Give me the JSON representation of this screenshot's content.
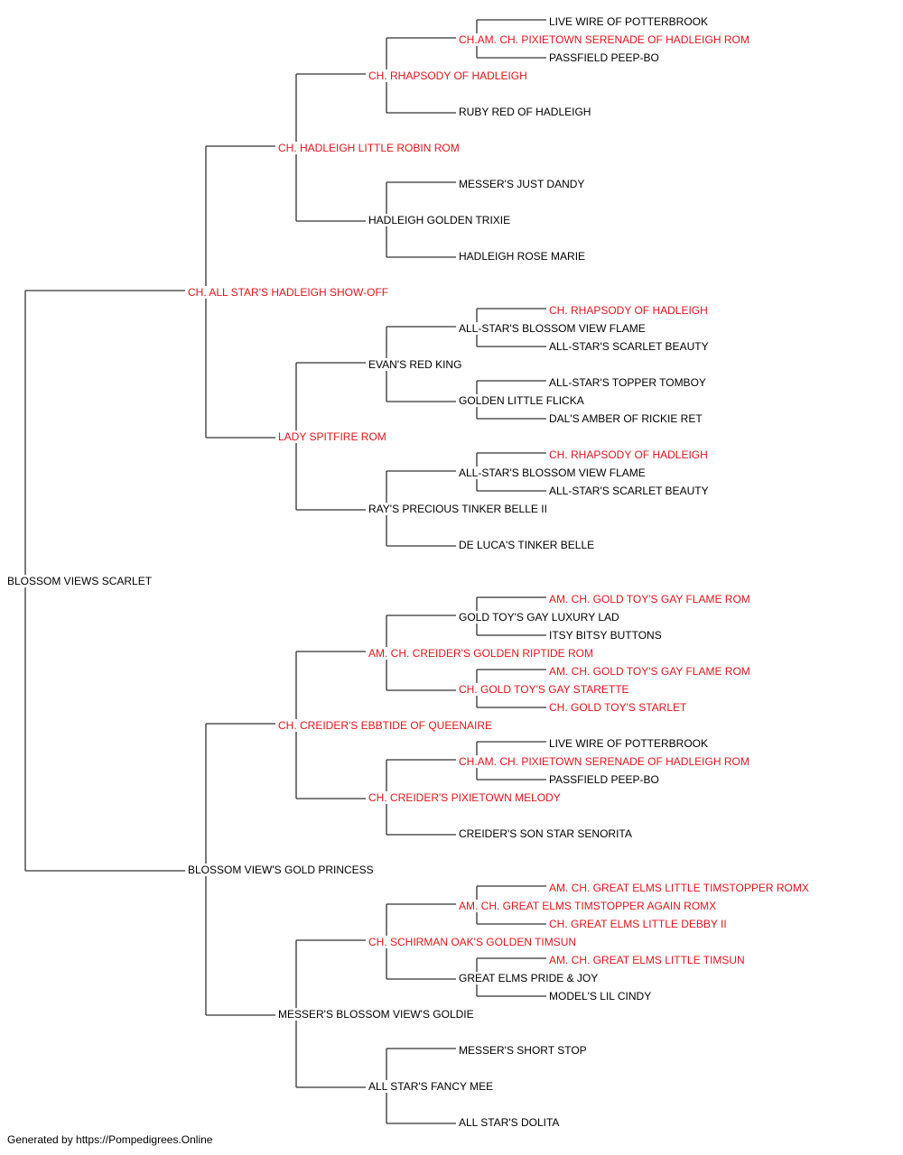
{
  "colors": {
    "titled": "#e8141b",
    "regular": "#000000",
    "line": "#333333"
  },
  "pedigree": {
    "subject": {
      "name": "BLOSSOM VIEWS SCARLET",
      "titled": false
    },
    "sire": {
      "name": "CH. ALL STAR'S HADLEIGH SHOW-OFF",
      "titled": true
    },
    "dam": {
      "name": "BLOSSOM VIEW'S GOLD PRINCESS",
      "titled": false
    },
    "sire_sire": {
      "name": "CH. HADLEIGH LITTLE ROBIN ROM",
      "titled": true
    },
    "sire_dam": {
      "name": "LADY SPITFIRE ROM",
      "titled": true
    },
    "dam_sire": {
      "name": "CH. CREIDER'S EBBTIDE OF QUEENAIRE",
      "titled": true
    },
    "dam_dam": {
      "name": "MESSER'S BLOSSOM VIEW'S GOLDIE",
      "titled": false
    },
    "sss": {
      "name": "CH. RHAPSODY OF HADLEIGH",
      "titled": true
    },
    "ssd": {
      "name": "HADLEIGH GOLDEN TRIXIE",
      "titled": false
    },
    "sds": {
      "name": "EVAN'S RED KING",
      "titled": false
    },
    "sdd": {
      "name": "RAY'S PRECIOUS TINKER BELLE II",
      "titled": false
    },
    "dss": {
      "name": "AM. CH. CREIDER'S GOLDEN RIPTIDE ROM",
      "titled": true
    },
    "dsd": {
      "name": "CH. CREIDER'S PIXIETOWN MELODY",
      "titled": true
    },
    "dds": {
      "name": "CH. SCHIRMAN OAK'S GOLDEN TIMSUN",
      "titled": true
    },
    "ddd": {
      "name": "ALL STAR'S FANCY MEE",
      "titled": false
    },
    "ssss": {
      "name": "CH.AM. CH. PIXIETOWN SERENADE OF HADLEIGH ROM",
      "titled": true
    },
    "sssd": {
      "name": "RUBY RED OF HADLEIGH",
      "titled": false
    },
    "ssds": {
      "name": "MESSER'S JUST DANDY",
      "titled": false
    },
    "ssdd": {
      "name": "HADLEIGH ROSE MARIE",
      "titled": false
    },
    "sdss": {
      "name": "ALL-STAR'S BLOSSOM VIEW FLAME",
      "titled": false
    },
    "sdsd": {
      "name": "GOLDEN LITTLE FLICKA",
      "titled": false
    },
    "sdds": {
      "name": "ALL-STAR'S BLOSSOM VIEW FLAME",
      "titled": false
    },
    "sddd": {
      "name": "DE LUCA'S TINKER BELLE",
      "titled": false
    },
    "dsss": {
      "name": "GOLD TOY'S GAY LUXURY LAD",
      "titled": false
    },
    "dssd": {
      "name": "CH. GOLD TOY'S GAY STARETTE",
      "titled": true
    },
    "dsds": {
      "name": "CH.AM. CH. PIXIETOWN SERENADE OF HADLEIGH ROM",
      "titled": true
    },
    "dsdd": {
      "name": "CREIDER'S SON STAR SENORITA",
      "titled": false
    },
    "ddss": {
      "name": "AM. CH. GREAT ELMS TIMSTOPPER AGAIN ROMX",
      "titled": true
    },
    "ddsd": {
      "name": "GREAT ELMS PRIDE & JOY",
      "titled": false
    },
    "ddds": {
      "name": "MESSER'S SHORT STOP",
      "titled": false
    },
    "dddd": {
      "name": "ALL STAR'S DOLITA",
      "titled": false
    },
    "sssss": {
      "name": "LIVE WIRE OF POTTERBROOK",
      "titled": false
    },
    "ssssd": {
      "name": "PASSFIELD PEEP-BO",
      "titled": false
    },
    "sdsss": {
      "name": "CH. RHAPSODY OF HADLEIGH",
      "titled": true
    },
    "sdssd": {
      "name": "ALL-STAR'S SCARLET BEAUTY",
      "titled": false
    },
    "sdsds": {
      "name": "ALL-STAR'S TOPPER TOMBOY",
      "titled": false
    },
    "sdsdd": {
      "name": "DAL'S AMBER OF RICKIE RET",
      "titled": false
    },
    "sddss": {
      "name": "CH. RHAPSODY OF HADLEIGH",
      "titled": true
    },
    "sddsd": {
      "name": "ALL-STAR'S SCARLET BEAUTY",
      "titled": false
    },
    "dssss": {
      "name": "AM. CH. GOLD TOY'S GAY FLAME ROM",
      "titled": true
    },
    "ds ssd_placeholder": {
      "name": "",
      "titled": false
    },
    "dsssd": {
      "name": "ITSY BITSY BUTTONS",
      "titled": false
    },
    "dssds": {
      "name": "AM. CH. GOLD TOY'S GAY FLAME ROM",
      "titled": true
    },
    "dssdd": {
      "name": "CH. GOLD TOY'S STARLET",
      "titled": true
    },
    "dsdss": {
      "name": "LIVE WIRE OF POTTERBROOK",
      "titled": false
    },
    "dsdsd": {
      "name": "PASSFIELD PEEP-BO",
      "titled": false
    },
    "ddsss": {
      "name": "AM. CH. GREAT ELMS LITTLE TIMSTOPPER ROMX",
      "titled": true
    },
    "ddssd": {
      "name": "CH. GREAT ELMS LITTLE DEBBY II",
      "titled": true
    },
    "ddsds": {
      "name": "AM. CH. GREAT ELMS LITTLE TIMSUN",
      "titled": true
    },
    "ddsdd": {
      "name": "MODEL'S LIL CINDY",
      "titled": false
    }
  },
  "footer": {
    "text": "Generated by https://Pompedigrees.Online"
  }
}
